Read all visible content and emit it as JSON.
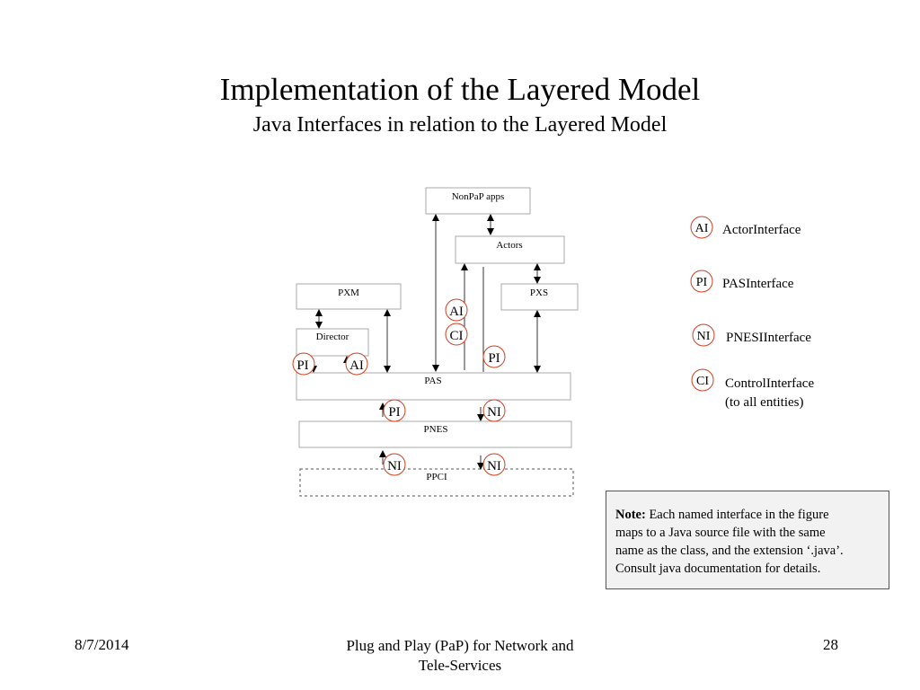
{
  "slide": {
    "title": "Implementation of the Layered Model",
    "subtitle": "Java Interfaces in relation to the Layered Model"
  },
  "diagram": {
    "boxes": {
      "nonpap_apps": "NonPaP apps",
      "actors": "Actors",
      "pxm": "PXM",
      "pxs": "PXS",
      "director": "Director",
      "pas": "PAS",
      "pnes": "PNES",
      "ppci": "PPCI"
    },
    "badges": {
      "ai_actors": "AI",
      "ci_actors": "CI",
      "pi_pas_right": "PI",
      "pi_director": "PI",
      "ai_director": "AI",
      "pi_pnes": "PI",
      "ni_pnes": "NI",
      "ni_ppci_left": "NI",
      "ni_ppci_right": "NI"
    },
    "badge_color": "#d04020"
  },
  "legend": [
    {
      "abbr": "AI",
      "label": "ActorInterface"
    },
    {
      "abbr": "PI",
      "label": "PASInterface"
    },
    {
      "abbr": "NI",
      "label": "PNESIInterface"
    },
    {
      "abbr": "CI",
      "label": "ControlInterface",
      "label2": "(to all entities)"
    }
  ],
  "note": {
    "bold": "Note:",
    "line1": " Each named interface in the figure",
    "line2": "maps to a Java source file with the same",
    "line3": "name as the class, and the extension ‘.java’.",
    "line4": "Consult java documentation for details."
  },
  "footer": {
    "date": "8/7/2014",
    "center_line1": "Plug and Play (PaP) for Network and",
    "center_line2": "Tele-Services",
    "page": "28"
  }
}
